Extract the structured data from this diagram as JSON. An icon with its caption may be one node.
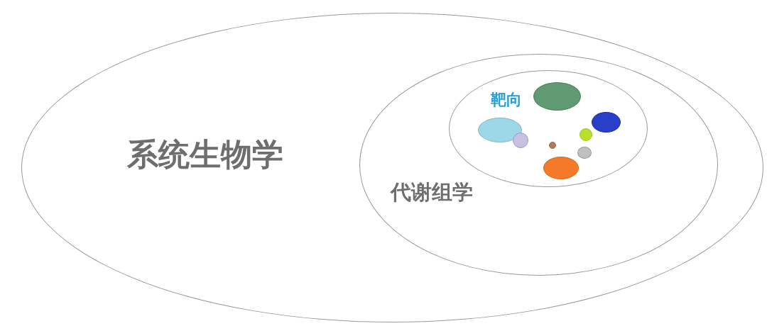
{
  "diagram": {
    "nodes": [
      {
        "text": [
          "系统生物学"
        ]
      },
      {
        "text": [
          "代谢组学"
        ],
        "in": 0
      },
      {
        "text": [
          "靶向"
        ],
        "in": 1
      },
      {
        "text": [],
        "shape": "circle",
        "in": 2
      },
      {
        "text": [],
        "shape": "circle",
        "in": 2
      },
      {
        "text": [],
        "shape": "circle",
        "in": 2
      },
      {
        "text": [],
        "shape": "circle",
        "in": 2
      },
      {
        "text": [],
        "shape": "circle",
        "in": 2
      },
      {
        "text": [],
        "shape": "circle",
        "in": 2
      },
      {
        "text": [],
        "shape": "circle",
        "in": 2
      },
      {
        "text": [],
        "shape": "circle",
        "in": 2
      }
    ]
  }
}
